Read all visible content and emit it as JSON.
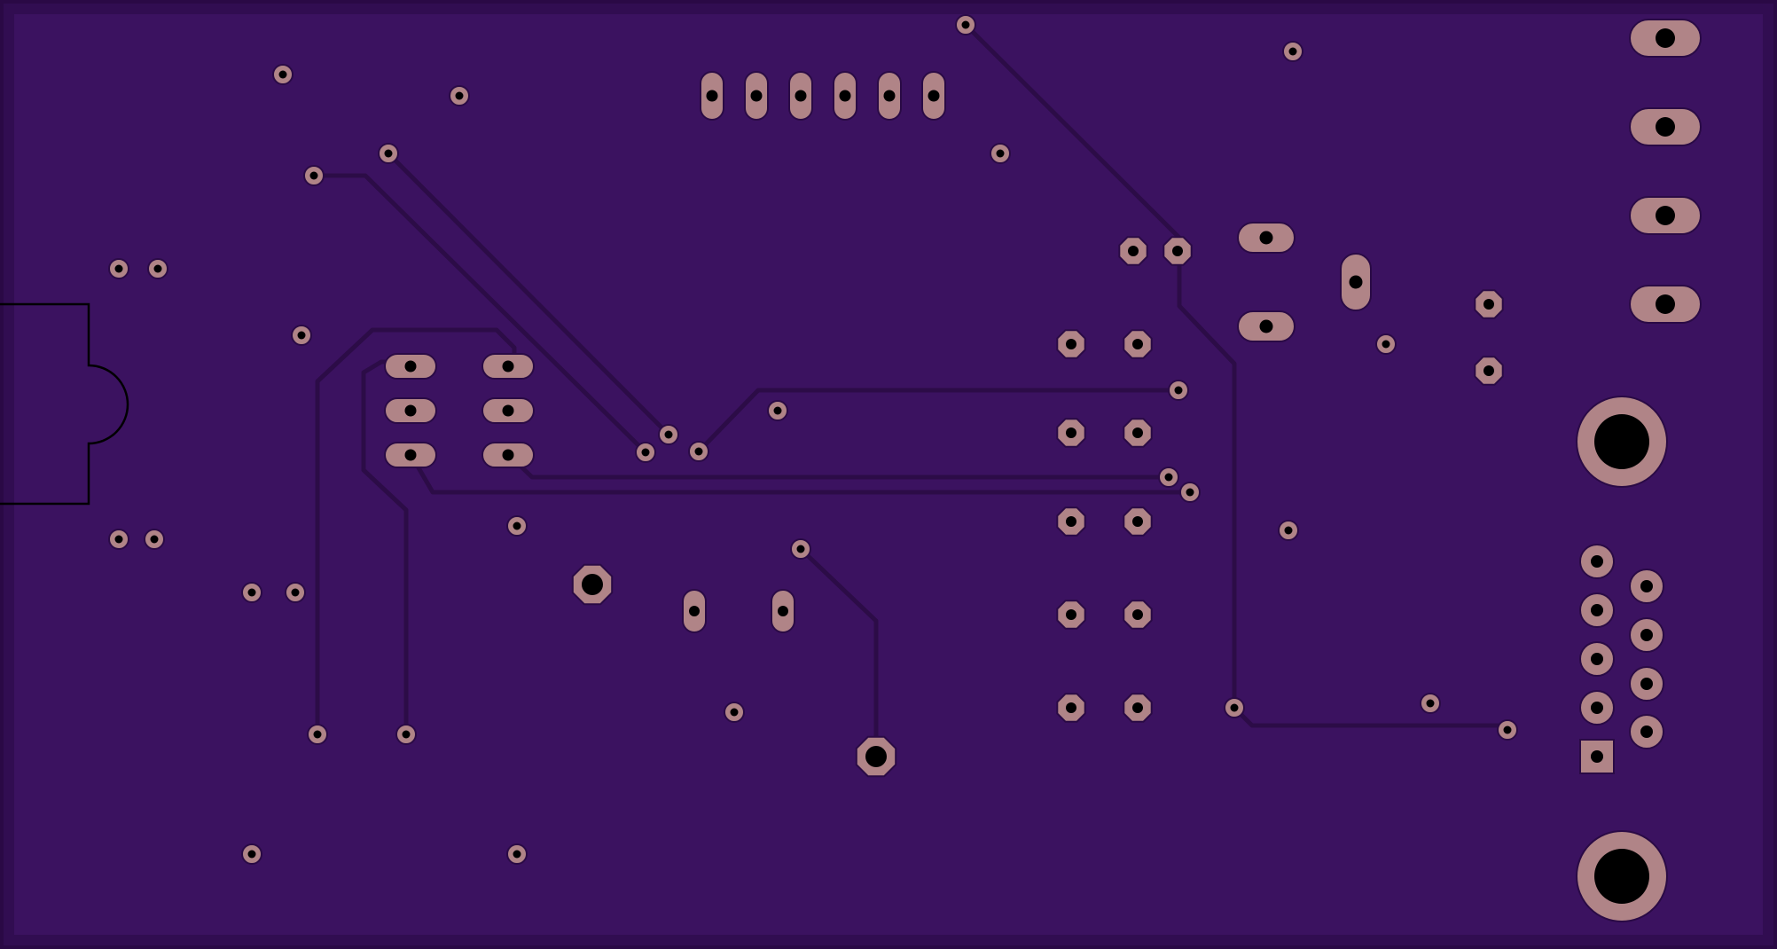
{
  "board": {
    "substrate_color": "#3b1260",
    "outline_color": "#2a0a45",
    "trace_color": "#2c0c47",
    "pad_color": "#b08487",
    "pad_edge_color": "#2a0a45",
    "drill_color": "#000000",
    "silkscreen_color": "#000000"
  },
  "elements": {
    "header_6pin": "six-pin-header",
    "header_2x3": "two-by-three-header",
    "right_connector_4pin": "four-pin-connector",
    "db_connector": "dsub-style-connector",
    "mounting_holes": "mounting-holes",
    "usb_outline": "usb-cutout-outline"
  }
}
